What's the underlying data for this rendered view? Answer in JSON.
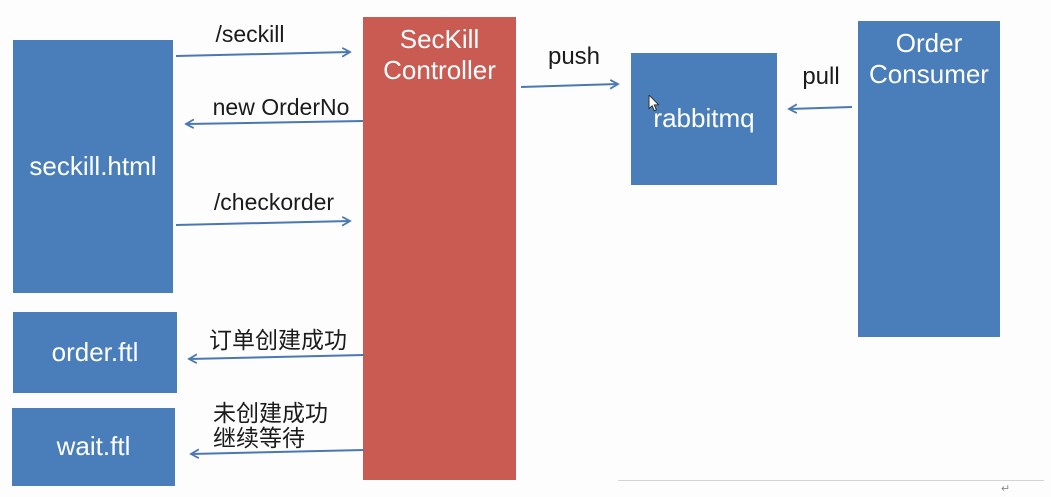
{
  "colors": {
    "node_blue": "#4a7ebb",
    "node_red": "#c95b52",
    "arrow_blue": "#4a78b4",
    "edge_label_text": "#1b1b1b",
    "node_text": "#ffffff"
  },
  "diagram": {
    "nodes": {
      "seckill_html": {
        "label": "seckill.html"
      },
      "controller": {
        "label": "SecKill Controller"
      },
      "rabbitmq": {
        "label": "rabbitmq"
      },
      "order_consumer": {
        "label": "Order Consumer"
      },
      "order_ftl": {
        "label": "order.ftl"
      },
      "wait_ftl": {
        "label": "wait.ftl"
      }
    },
    "edges": {
      "seckill": {
        "label": "/seckill",
        "from": "seckill.html",
        "to": "SecKill Controller",
        "direction": "right"
      },
      "new_orderno": {
        "label": "new OrderNo",
        "from": "SecKill Controller",
        "to": "seckill.html",
        "direction": "left"
      },
      "checkorder": {
        "label": "/checkorder",
        "from": "seckill.html",
        "to": "SecKill Controller",
        "direction": "right"
      },
      "push": {
        "label": "push",
        "from": "SecKill Controller",
        "to": "rabbitmq",
        "direction": "right"
      },
      "pull": {
        "label": "pull",
        "from": "Order Consumer",
        "to": "rabbitmq",
        "direction": "left"
      },
      "order_success": {
        "label": "订单创建成功",
        "from": "SecKill Controller",
        "to": "order.ftl",
        "direction": "left"
      },
      "wait_retry": {
        "label": "未创建成功",
        "label2": "继续等待",
        "from": "SecKill Controller",
        "to": "wait.ftl",
        "direction": "left"
      }
    },
    "misc": {
      "return_mark": "↵"
    }
  }
}
